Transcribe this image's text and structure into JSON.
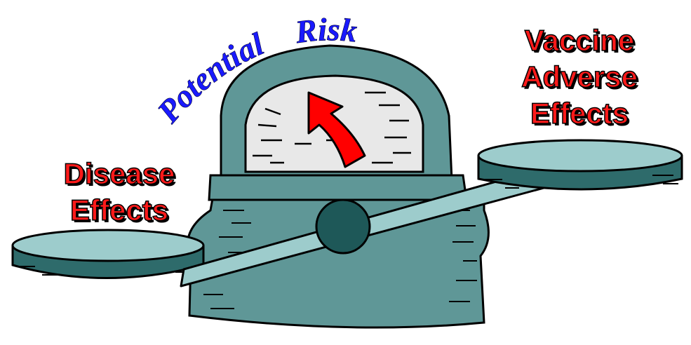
{
  "title_arc": {
    "word1": "Potential",
    "word2": "Risk"
  },
  "left_label": {
    "line1": "Disease",
    "line2": "Effects"
  },
  "right_label": {
    "line1": "Vaccine",
    "line2": "Adverse",
    "line3": "Effects"
  },
  "colors": {
    "label_red": "#ff1a1a",
    "title_blue": "#1a1aff",
    "scale_teal": "#5f9797",
    "pan_light": "#9dcccc",
    "pivot_dark": "#1e5858",
    "needle_red": "#ff0000",
    "dial_face": "#e8e8e8"
  }
}
